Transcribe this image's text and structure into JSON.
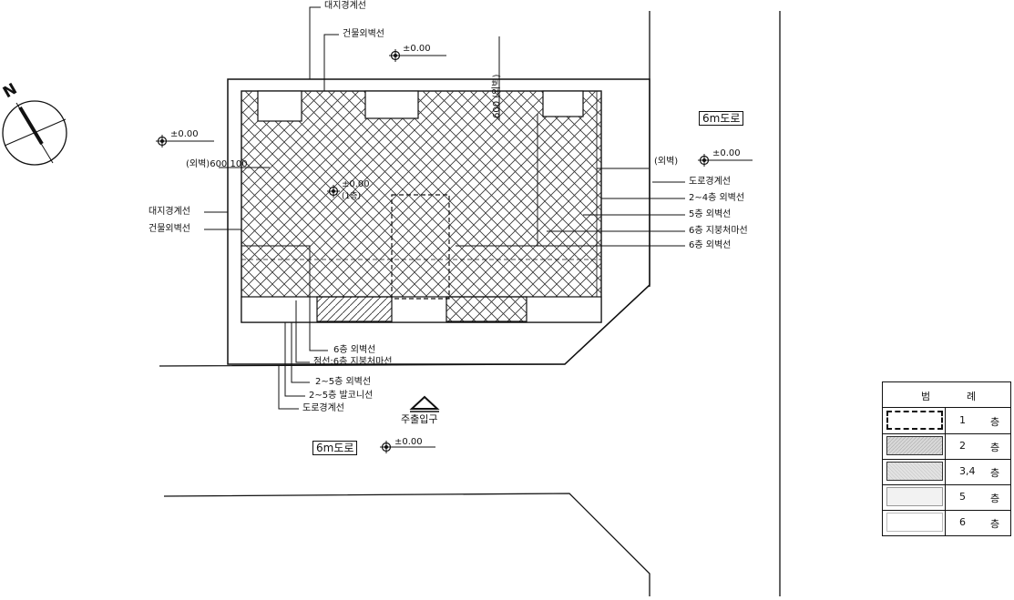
{
  "labels": {
    "site_boundary_top": "대지경계선",
    "building_wall_top": "건물외벽선",
    "level_top": "±0.00",
    "dim_vertical": "600 (외벽)",
    "level_left": "±0.00",
    "dim_left": "(외벽)600 100",
    "site_boundary_left": "대지경계선",
    "building_wall_left": "건물외벽선",
    "level_center": "±0.00",
    "level_center_note": "(1층)",
    "road_right": "6m도로",
    "wall_right_paren": "(외벽)",
    "level_right": "±0.00",
    "road_boundary_right": "도로경계선",
    "wall_2_4_right": "2~4층  외벽선",
    "wall_5_right": "5층  외벽선",
    "roof_edge_6_right": "6층  지붕처마선",
    "wall_6_right": "6층  외벽선",
    "wall_6_bottom": "6층  외벽선",
    "roof_edge_6_bottom": "점선:6층  지붕처마선",
    "wall_2_5_bottom": "2~5층  외벽선",
    "balcony_2_5_bottom": "2~5층  발코니선",
    "road_boundary_bottom": "도로경계선",
    "entrance": "주출입구",
    "road_bottom": "6m도로",
    "level_bottom": "±0.00",
    "north": "N"
  },
  "legend": {
    "title_left": "범",
    "title_right": "례",
    "rows": [
      {
        "num": "1",
        "unit": "층",
        "pattern": "dashed"
      },
      {
        "num": "2",
        "unit": "층",
        "pattern": "cross-hatch"
      },
      {
        "num": "3,4",
        "unit": "층",
        "pattern": "light-hatch"
      },
      {
        "num": "5",
        "unit": "층",
        "pattern": "faint"
      },
      {
        "num": "6",
        "unit": "층",
        "pattern": "blank"
      }
    ]
  }
}
